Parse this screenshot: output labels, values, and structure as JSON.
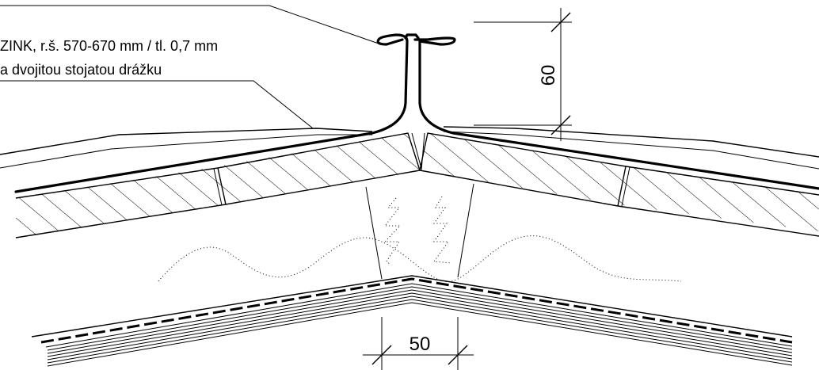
{
  "annotation": {
    "line1": "ZINK, r.š. 570-670 mm / tl. 0,7 mm",
    "line2": "a dvojitou stojatou drážku"
  },
  "dimensions": {
    "seam_height": "60",
    "ridge_gap": "50"
  }
}
